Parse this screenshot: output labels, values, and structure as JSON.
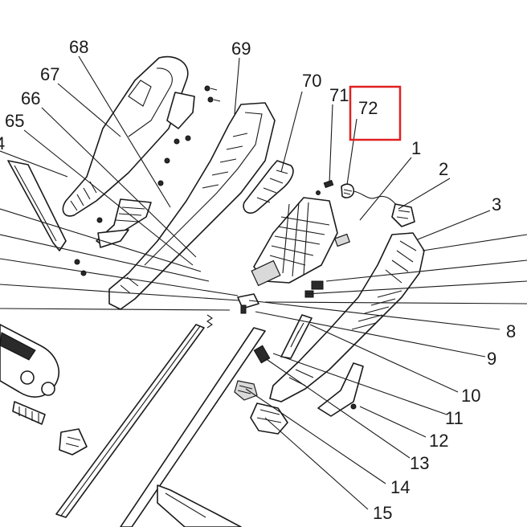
{
  "labels": {
    "p1": "1",
    "p2": "2",
    "p3": "3",
    "p4": "4",
    "p8": "8",
    "p9": "9",
    "p10": "10",
    "p11": "11",
    "p12": "12",
    "p13": "13",
    "p14": "14",
    "p15": "15",
    "p65": "65",
    "p66": "66",
    "p67": "67",
    "p68": "68",
    "p69": "69",
    "p70": "70",
    "p71": "71",
    "p72": "72"
  },
  "highlight": {
    "label": "72",
    "color": "#e02020"
  }
}
